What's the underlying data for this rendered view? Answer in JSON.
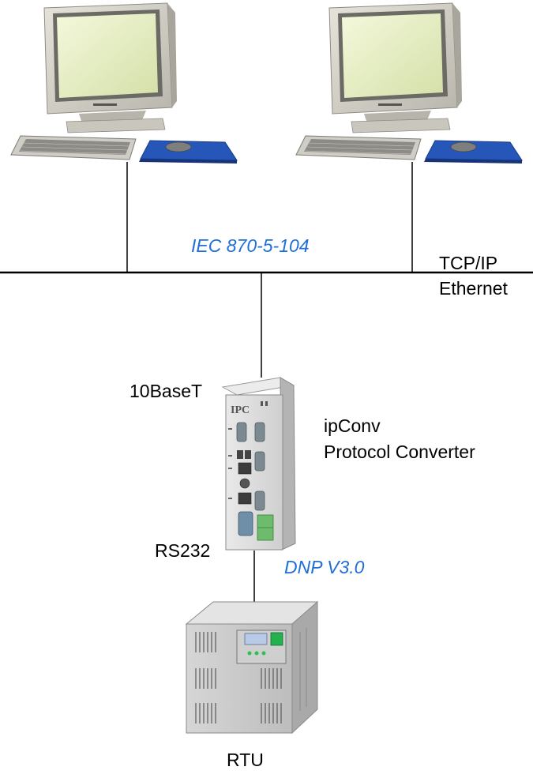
{
  "network": {
    "protocol_label": "IEC 870-5-104",
    "transport_line1": "TCP/IP",
    "transport_line2": "Ethernet"
  },
  "converter": {
    "port_top_label": "10BaseT",
    "name_line1": "ipConv",
    "name_line2": "Protocol Converter",
    "brand_mark": "IPC",
    "port_bottom_label": "RS232"
  },
  "serial": {
    "protocol_label": "DNP V3.0"
  },
  "rtu": {
    "label": "RTU"
  },
  "workstations": [
    {
      "icon": "workstation-icon"
    },
    {
      "icon": "workstation-icon"
    }
  ],
  "colors": {
    "protocol_text": "#1f6fd8",
    "line": "#000000",
    "monitor_beige": "#d9d6cc",
    "screen_green": "#eaf3c6",
    "mousepad_blue": "#2656b8",
    "device_grey": "#dcdcdc",
    "terminal_green": "#6dbb6d",
    "rtu_grey": "#c9c9c9"
  }
}
